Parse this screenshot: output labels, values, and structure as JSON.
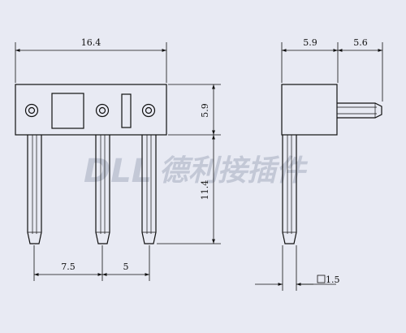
{
  "drawing": {
    "dimensions": {
      "overall_width": "16.4",
      "side_body_width": "5.9",
      "side_pin_extension": "5.6",
      "body_height": "5.9",
      "pin_length": "11.4",
      "pin_pitch_first": "7.5",
      "pin_pitch_second": "5",
      "pin_square": "1.5"
    },
    "watermark": {
      "brand": "DLL",
      "chinese": "德利接插件"
    },
    "colors": {
      "background": "#e8eaf3",
      "line": "#111111",
      "watermark": "#c3c8d6"
    }
  }
}
